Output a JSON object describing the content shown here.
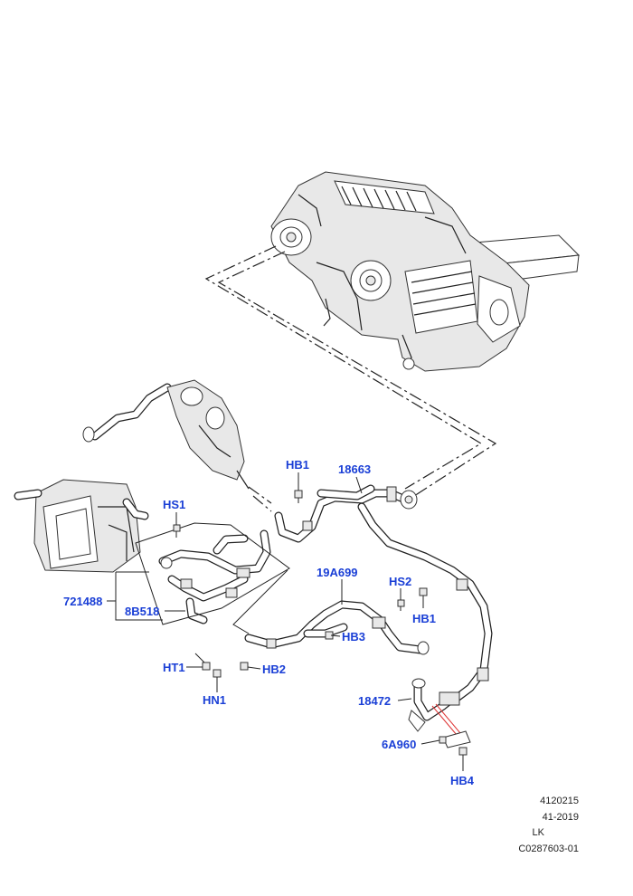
{
  "callouts": {
    "hb1_top": "HB1",
    "p18663": "18663",
    "hs1": "HS1",
    "p19a699": "19A699",
    "hs2": "HS2",
    "hb1_right": "HB1",
    "p721488": "721488",
    "p8b518": "8B518",
    "hb3": "HB3",
    "ht1": "HT1",
    "hb2": "HB2",
    "hn1": "HN1",
    "p18472": "18472",
    "p6a960": "6A960",
    "hb4": "HB4"
  },
  "meta": {
    "code": "4120215",
    "section": "41-2019",
    "region": "LK",
    "figure": "C0287603-01"
  },
  "colors": {
    "callout": "#1a3fd6",
    "line": "#222222"
  }
}
